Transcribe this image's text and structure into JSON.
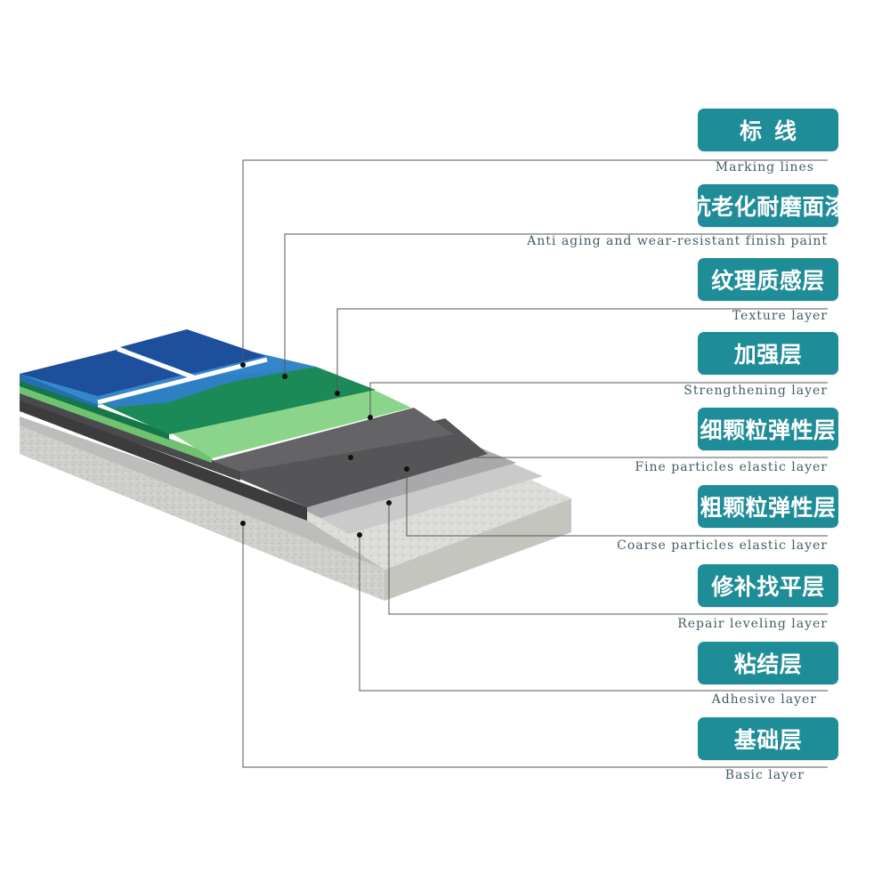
{
  "colors": {
    "accent": "#1f8d98",
    "caption_text": "#3f5e66",
    "leader_line": "#555555"
  },
  "layers": [
    {
      "name_cn": "标线",
      "name_en": "Marking lines"
    },
    {
      "name_cn": "抗老化耐磨面漆",
      "name_en": "Anti aging and wear-resistant finish paint"
    },
    {
      "name_cn": "纹理质感层",
      "name_en": "Texture layer"
    },
    {
      "name_cn": "加强层",
      "name_en": "Strengthening layer"
    },
    {
      "name_cn": "细颗粒弹性层",
      "name_en": "Fine particles elastic layer"
    },
    {
      "name_cn": "粗颗粒弹性层",
      "name_en": "Coarse particles elastic layer"
    },
    {
      "name_cn": "修补找平层",
      "name_en": "Repair leveling layer"
    },
    {
      "name_cn": "粘结层",
      "name_en": "Adhesive layer"
    },
    {
      "name_cn": "基础层",
      "name_en": "Basic layer"
    }
  ]
}
